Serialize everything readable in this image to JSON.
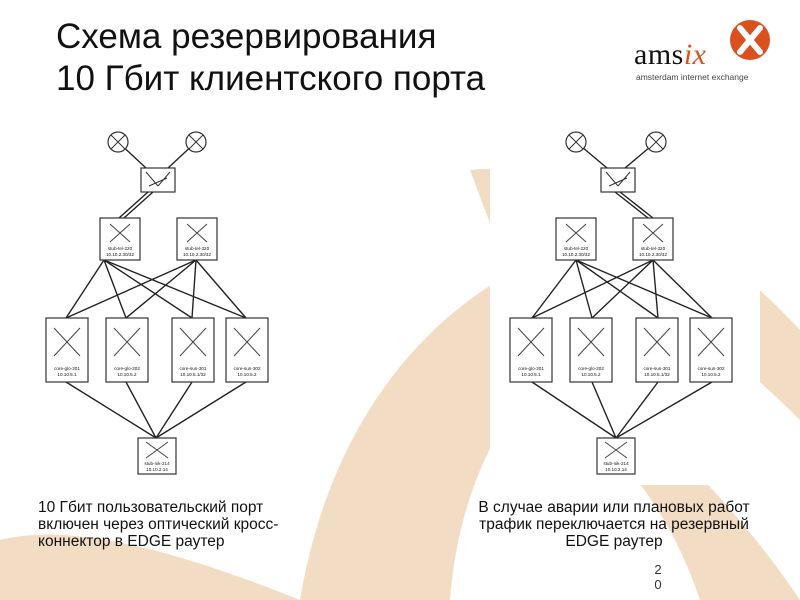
{
  "slide": {
    "title_lines": [
      "Схема резервирования",
      "10 Гбит клиентского порта"
    ],
    "page_number": [
      "2",
      "0"
    ]
  },
  "logo": {
    "word_main": "ams",
    "word_accent": "ix",
    "tagline": "amsterdam internet exchange",
    "accent_color": "#d9511d"
  },
  "background": {
    "decor_color": "#f3dcc4"
  },
  "diagrams": {
    "left": {
      "access_switch": "",
      "stub_a": [
        "stub-tel-220",
        "10.10.2.30/32"
      ],
      "stub_b": [
        "stub-tel-320",
        "10.10.2.30/32"
      ],
      "core": [
        [
          "core-glo-201",
          "10.10.5.1"
        ],
        [
          "core-glo-202",
          "10.10.5.2"
        ],
        [
          "core-sun-301",
          "10.10.5.1/32"
        ],
        [
          "core-sun-302",
          "10.10.5.2"
        ]
      ],
      "edge": [
        "stub-nik-214",
        "10.10.2.14"
      ]
    },
    "right": {
      "access_switch": "",
      "stub_a": [
        "stub-tel-220",
        "10.10.2.30/32"
      ],
      "stub_b": [
        "stub-tel-320",
        "10.10.2.30/32"
      ],
      "core": [
        [
          "core-glo-201",
          "10.10.5.1"
        ],
        [
          "core-glo-202",
          "10.10.5.2"
        ],
        [
          "core-sun-301",
          "10.10.5.1/32"
        ],
        [
          "core-sun-302",
          "10.10.5.2"
        ]
      ],
      "edge": [
        "stub-nik-214",
        "10.10.2.14"
      ]
    }
  },
  "captions": {
    "left": [
      "10 Гбит пользовательский порт",
      "включен через оптический кросс-",
      "коннектор в EDGE раутер"
    ],
    "right": [
      "В случае аварии или плановых работ",
      "трафик переключается на резервный",
      "EDGE раутер"
    ]
  }
}
